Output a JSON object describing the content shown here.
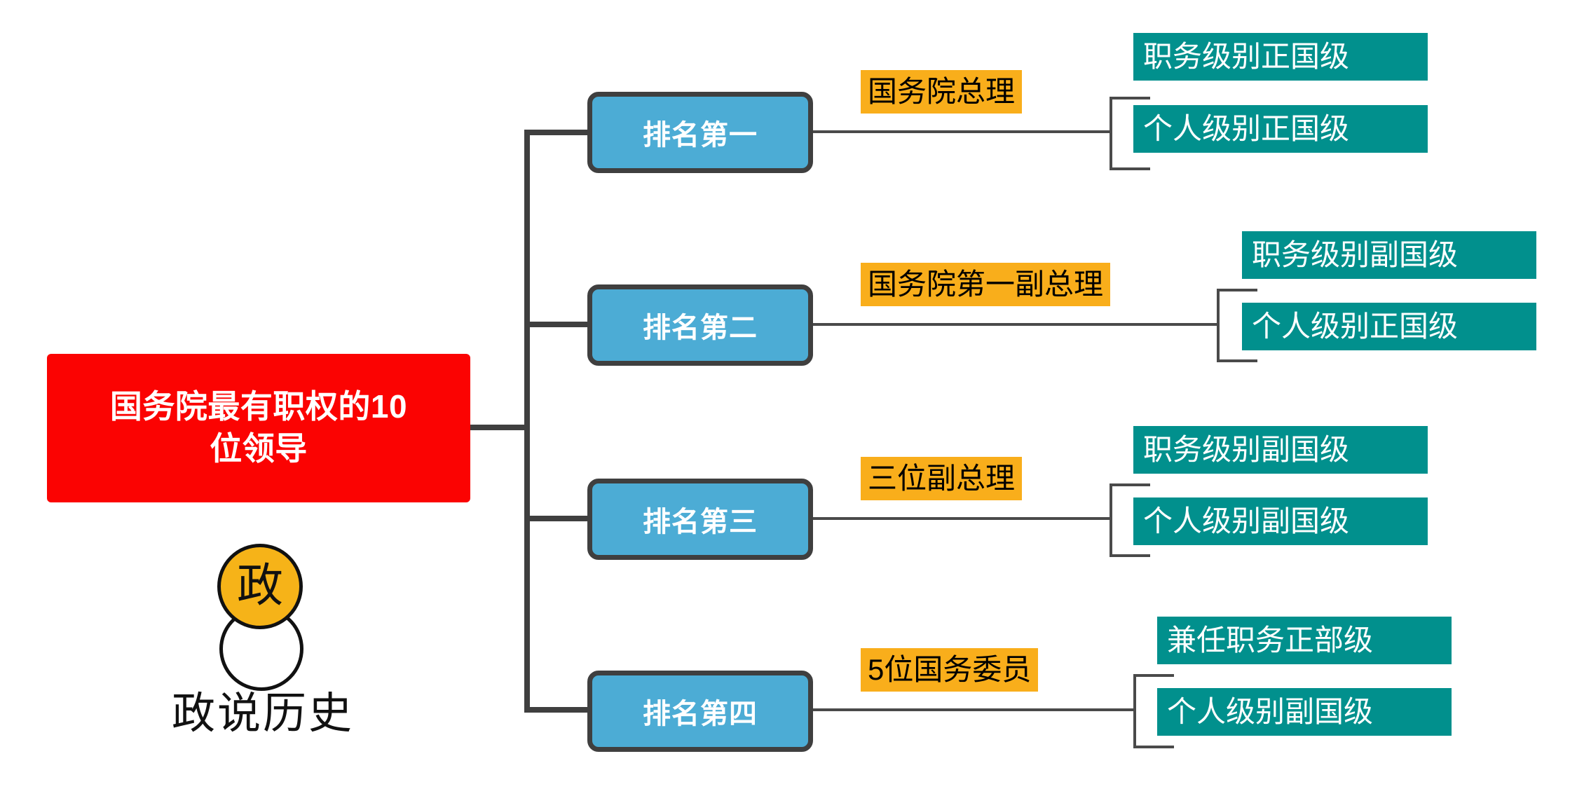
{
  "diagram": {
    "type": "mindmap",
    "title": "国务院最有职权的10位领导",
    "root": {
      "label": "国务院最有职权的10位领导",
      "line1": "国务院最有职权的10",
      "line2": "位领导",
      "color": "#fb0302",
      "text_color": "#ffffff"
    },
    "colors": {
      "root_bg": "#fb0302",
      "rank_bg": "#4cacd5",
      "rank_border": "#3f3f3f",
      "role_bg": "#f9ae1b",
      "role_text": "#000000",
      "leaf_bg": "#01908d",
      "leaf_text": "#ffffff",
      "connector": "#3f3f3f",
      "connector_thin": "#4a4a4a",
      "logo_accent": "#f6b318"
    },
    "branches": [
      {
        "rank": "排名第一",
        "role": "国务院总理",
        "leaves": [
          "职务级别正国级",
          "个人级别正国级"
        ]
      },
      {
        "rank": "排名第二",
        "role": "国务院第一副总理",
        "leaves": [
          "职务级别副国级",
          "个人级别正国级"
        ]
      },
      {
        "rank": "排名第三",
        "role": "三位副总理",
        "leaves": [
          "职务级别副国级",
          "个人级别副国级"
        ]
      },
      {
        "rank": "排名第四",
        "role": "5位国务委员",
        "leaves": [
          "兼任职务正部级",
          "个人级别副国级"
        ]
      }
    ]
  },
  "watermark": {
    "glyph": "政",
    "name": "政说历史"
  }
}
